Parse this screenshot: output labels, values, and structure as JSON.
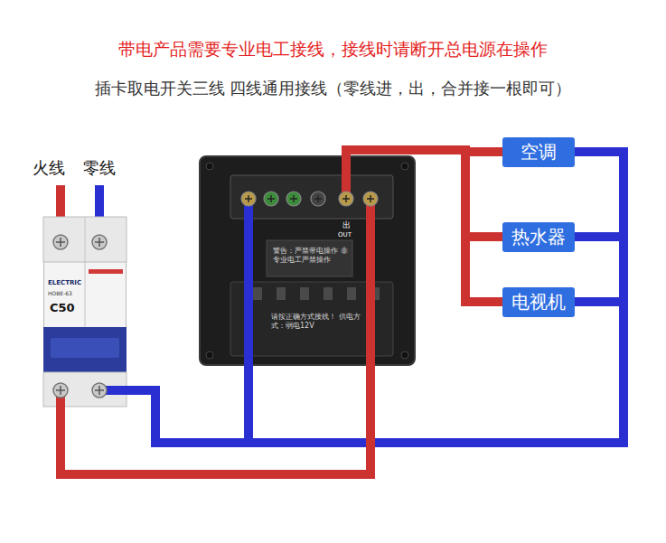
{
  "diagram": {
    "title": "带电产品需要专业电工接线，接线时请断开总电源在操作",
    "nodes": [
      {
        "text": [
          "ELECTRIC",
          "HOBE-63",
          "C50"
        ]
      },
      {
        "text": [
          "出",
          "OUT",
          "警告：严禁带电操作 非专业电工严禁操作",
          "请按正确方式接线！ 供电方式：弱电12V"
        ]
      },
      {
        "text": [
          "空调"
        ]
      },
      {
        "text": [
          "热水器"
        ]
      },
      {
        "text": [
          "电视机"
        ]
      }
    ],
    "edges": [
      {
        "from": 0,
        "to": 1,
        "arrow": "none"
      },
      {
        "from": 0,
        "to": 1,
        "arrow": "none"
      },
      {
        "from": 1,
        "to": 2,
        "arrow": "none"
      },
      {
        "from": 1,
        "to": 3,
        "arrow": "none"
      },
      {
        "from": 1,
        "to": 4,
        "arrow": "none"
      },
      {
        "from": 0,
        "to": 2,
        "arrow": "none"
      },
      {
        "from": 0,
        "to": 3,
        "arrow": "none"
      },
      {
        "from": 0,
        "to": 4,
        "arrow": "none"
      }
    ],
    "labels": [
      "插卡取电开关三线 四线通用接线（零线进，出，合并接一根即可）",
      "火线",
      "零线"
    ]
  }
}
